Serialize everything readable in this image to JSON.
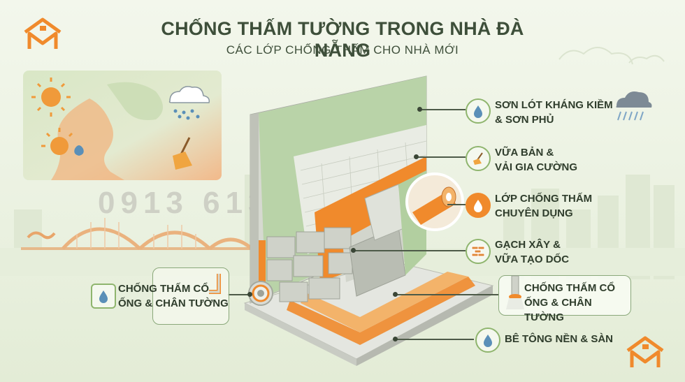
{
  "header": {
    "title": "CHỐNG THẤM TƯỜNG TRONG NHÀ ĐÀ NẴNG",
    "subtitle": "CÁC LỚP CHỐNG THẤM CHO NHÀ MỚI"
  },
  "watermark": {
    "phone": "0913 613 477"
  },
  "layers": [
    {
      "lines": [
        "SƠN LÓT KHÁNG KIỀM",
        "& SƠN PHỦ"
      ],
      "icon": "water-drop-shield-icon"
    },
    {
      "lines": [
        "VỮA BẢN &",
        "VẢI GIA CƯỜNG"
      ],
      "icon": "broom-icon"
    },
    {
      "lines": [
        "LỚP CHỐNG THẤM",
        "CHUYÊN DỤNG"
      ],
      "icon": "water-drop-icon"
    },
    {
      "lines": [
        "GẠCH XÂY &",
        "VỮA TẠO DỐC"
      ],
      "icon": "brick-icon"
    },
    {
      "lines": [
        "BÊ TÔNG NỀN & SÀN"
      ],
      "icon": "water-drop-shield-icon"
    }
  ],
  "callouts": {
    "left": [
      "CHỐNG THẤM CỔ",
      "ỐNG & CHÂN TƯỜNG"
    ],
    "right": [
      "CHỐNG THẤM CỔ",
      "ỐNG & CHÂN TƯỜNG"
    ]
  },
  "colors": {
    "orange": "#f08a2c",
    "green": "#8fb56e",
    "text": "#3e4f3a"
  }
}
